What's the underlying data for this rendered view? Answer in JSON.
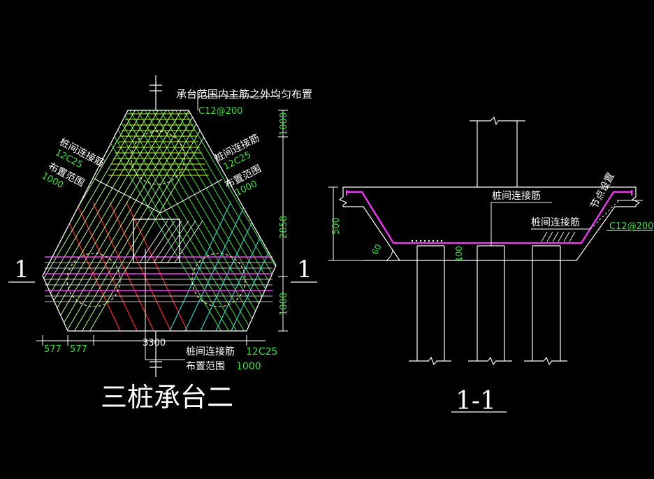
{
  "colors": {
    "background": "#000000",
    "outline": "#ffffff",
    "green": "#3de03d",
    "yellow_green": "#b6ff2a",
    "magenta": "#ff33ff",
    "red": "#ff2a2a",
    "cyan": "#22e0e0",
    "light_green": "#b6ff9a"
  },
  "plan": {
    "title": "三桩承台二",
    "section_mark_left": "1",
    "section_mark_right": "1",
    "note_top": "承台范围内主筋之外均匀布置",
    "note_top_value": "C12@200",
    "label_left_1": "桩间连接筋",
    "label_left_2": "12C25",
    "label_left_3": "布置范围",
    "label_left_4": "1000",
    "label_right_1": "桩间连接筋",
    "label_right_2": "12C25",
    "label_right_3": "布置范围",
    "label_right_4": "1000",
    "label_bottom_1": "桩间连接筋",
    "label_bottom_2": "12C25",
    "label_bottom_3": "布置范围",
    "label_bottom_4": "1000",
    "dim_right_top": "1000",
    "dim_right_mid": "2858",
    "dim_right_bottom": "1000",
    "dim_bottom_1": "577",
    "dim_bottom_2": "577",
    "dim_bottom_3": "3300"
  },
  "section": {
    "title": "1-1",
    "label_connect_top": "桩间连接筋",
    "label_connect_mid": "桩间连接筋",
    "label_node": "节点设置",
    "label_rebar": "C12@200",
    "dim_height": "500",
    "dim_angle": "60",
    "dim_100": "100"
  }
}
